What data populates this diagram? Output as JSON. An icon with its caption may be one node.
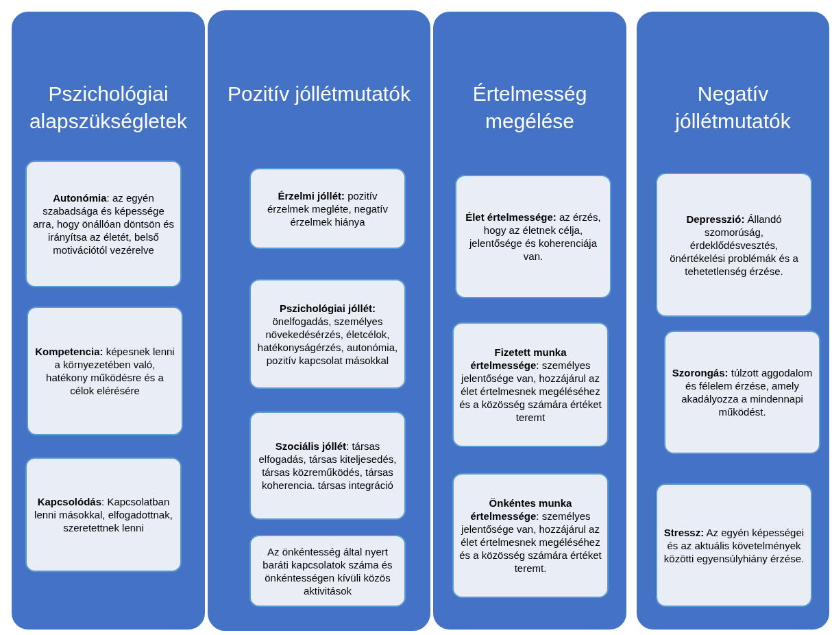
{
  "diagram": {
    "nodes": [
      {
        "text": [
          "Pszichológiai alapszükségletek"
        ]
      },
      {
        "text": [
          "**Autonómia**:  az egyén szabadsága és képessége arra, hogy önállóan döntsön és irányítsa az életét, belső motivációtól vezérelve"
        ],
        "in": 0
      },
      {
        "text": [
          "**Kompetencia:** képesnek lenni a környezetében való, hatékony működésre és a célok elérésére"
        ],
        "in": 0
      },
      {
        "text": [
          "**Kapcsolódás**: Kapcsolatban lenni másokkal, elfogadottnak, szeretettnek lenni"
        ],
        "in": 0
      },
      {
        "text": [
          "Pozitív jóllétmutatók"
        ]
      },
      {
        "text": [
          "**Érzelmi jóllét:** pozitív érzelmek megléte, negatív érzelmek hiánya"
        ],
        "in": 4
      },
      {
        "text": [
          "**Pszichológiai jóllét:** önelfogadás, személyes növekedésérzés, életcélok, hatékonyságérzés, autonómia, pozitív kapcsolat másokkal"
        ],
        "in": 4
      },
      {
        "text": [
          "**Szociális jóllét**: társas elfogadás, társas kiteljesedés, társas közreműködés, társas koherencia. társas integráció"
        ],
        "in": 4
      },
      {
        "text": [
          "Az önkéntesség által nyert baráti kapcsolatok száma és önkéntességen kívüli közös aktivitások"
        ],
        "in": 4
      },
      {
        "text": [
          "Értelmesség megélése"
        ]
      },
      {
        "text": [
          "**Élet értelmessége:** az érzés, hogy az életnek célja, jelentősége és koherenciája van."
        ],
        "in": 9
      },
      {
        "text": [
          "**Fizetett munka értelmessége**: személyes jelentősége van, hozzájárul az élet értelmesnek megéléséhez és a közösség számára értéket teremt"
        ],
        "in": 9
      },
      {
        "text": [
          "**Önkéntes munka értelmessége**: személyes jelentősége van, hozzájárul az élet értelmesnek megéléséhez és a közösség számára értéket teremt."
        ],
        "in": 9
      },
      {
        "text": [
          "Negatív jóllétmutatók"
        ]
      },
      {
        "text": [
          "**Depresszió:** Állandó szomorúság, érdeklődésvesztés, önértékelési problémák és a tehetetlenség érzése."
        ],
        "in": 13
      },
      {
        "text": [
          "**Szorongás:** túlzott aggodalom és félelem érzése, amely akadályozza a mindennapi működést."
        ],
        "in": 13
      },
      {
        "text": [
          "**Stressz:** Az egyén képességei és az aktuális követelmények közötti egyensúlyhiány érzése."
        ],
        "in": 13
      }
    ]
  }
}
